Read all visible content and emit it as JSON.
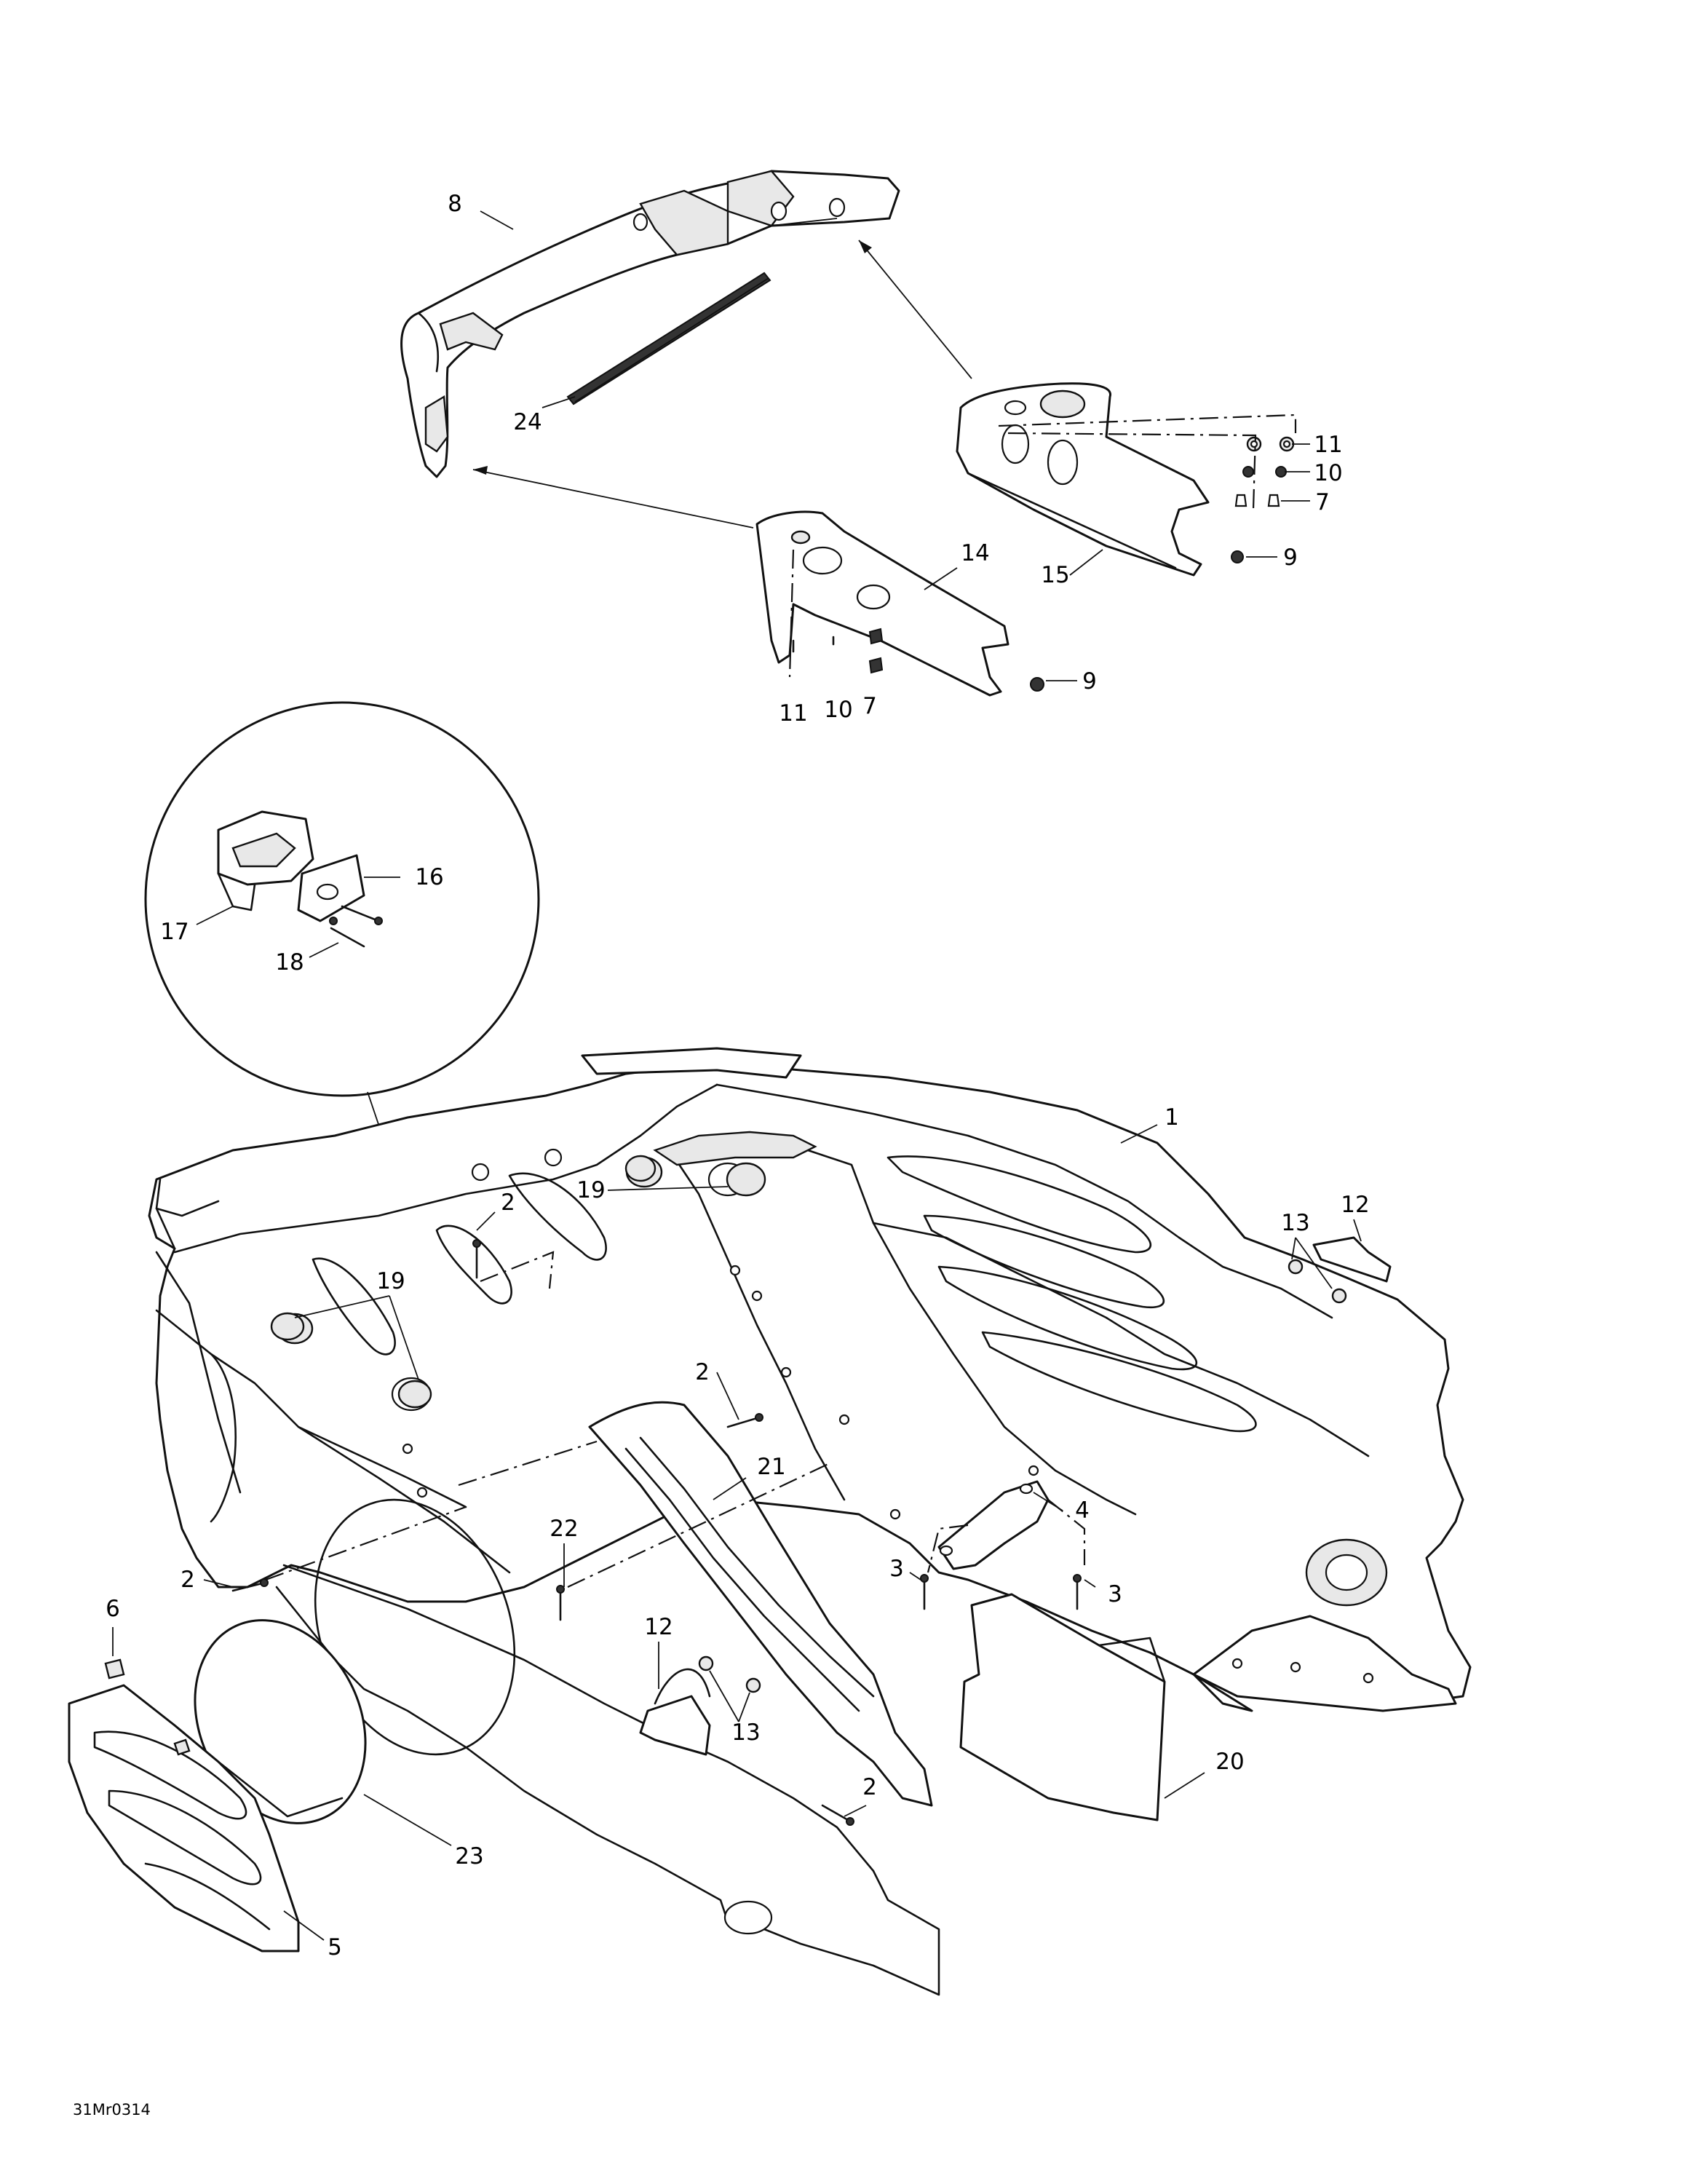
{
  "diagram": {
    "figure_code": "31Mr0314",
    "callouts": [
      {
        "id": "c8",
        "text": "8"
      },
      {
        "id": "c24",
        "text": "24"
      },
      {
        "id": "c11a",
        "text": "11"
      },
      {
        "id": "c10a",
        "text": "10"
      },
      {
        "id": "c7a",
        "text": "7"
      },
      {
        "id": "c9a",
        "text": "9"
      },
      {
        "id": "c15",
        "text": "15"
      },
      {
        "id": "c14",
        "text": "14"
      },
      {
        "id": "c9b",
        "text": "9"
      },
      {
        "id": "c11b",
        "text": "11"
      },
      {
        "id": "c10b",
        "text": "10"
      },
      {
        "id": "c7b",
        "text": "7"
      },
      {
        "id": "c16",
        "text": "16"
      },
      {
        "id": "c17",
        "text": "17"
      },
      {
        "id": "c18",
        "text": "18"
      },
      {
        "id": "c1",
        "text": "1"
      },
      {
        "id": "c19a",
        "text": "19"
      },
      {
        "id": "c2a",
        "text": "2"
      },
      {
        "id": "c13a",
        "text": "13"
      },
      {
        "id": "c12a",
        "text": "12"
      },
      {
        "id": "c19b",
        "text": "19"
      },
      {
        "id": "c2b",
        "text": "2"
      },
      {
        "id": "c21",
        "text": "21"
      },
      {
        "id": "c4",
        "text": "4"
      },
      {
        "id": "c22",
        "text": "22"
      },
      {
        "id": "c3a",
        "text": "3"
      },
      {
        "id": "c3b",
        "text": "3"
      },
      {
        "id": "c2c",
        "text": "2"
      },
      {
        "id": "c6",
        "text": "6"
      },
      {
        "id": "c12b",
        "text": "12"
      },
      {
        "id": "c13b",
        "text": "13"
      },
      {
        "id": "c20",
        "text": "20"
      },
      {
        "id": "c2d",
        "text": "2"
      },
      {
        "id": "c23",
        "text": "23"
      },
      {
        "id": "c5",
        "text": "5"
      }
    ]
  }
}
